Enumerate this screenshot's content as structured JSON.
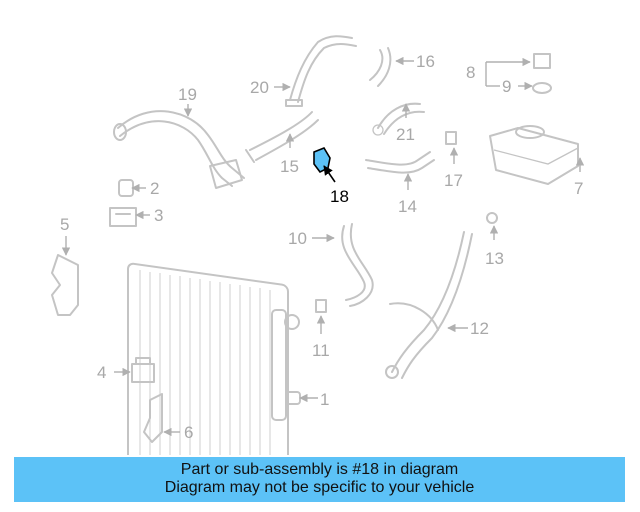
{
  "callouts": {
    "c1": "1",
    "c2": "2",
    "c3": "3",
    "c4": "4",
    "c5": "5",
    "c6": "6",
    "c7": "7",
    "c8": "8",
    "c9": "9",
    "c10": "10",
    "c11": "11",
    "c12": "12",
    "c13": "13",
    "c14": "14",
    "c15": "15",
    "c16": "16",
    "c17": "17",
    "c18": "18",
    "c19": "19",
    "c20": "20",
    "c21": "21"
  },
  "highlight": {
    "part": "18",
    "color": "#5cc2f7"
  },
  "banner": {
    "line1": "Part or sub-assembly is #18 in diagram",
    "line2": "Diagram may not be specific to your vehicle",
    "background": "#5cc2f7"
  }
}
